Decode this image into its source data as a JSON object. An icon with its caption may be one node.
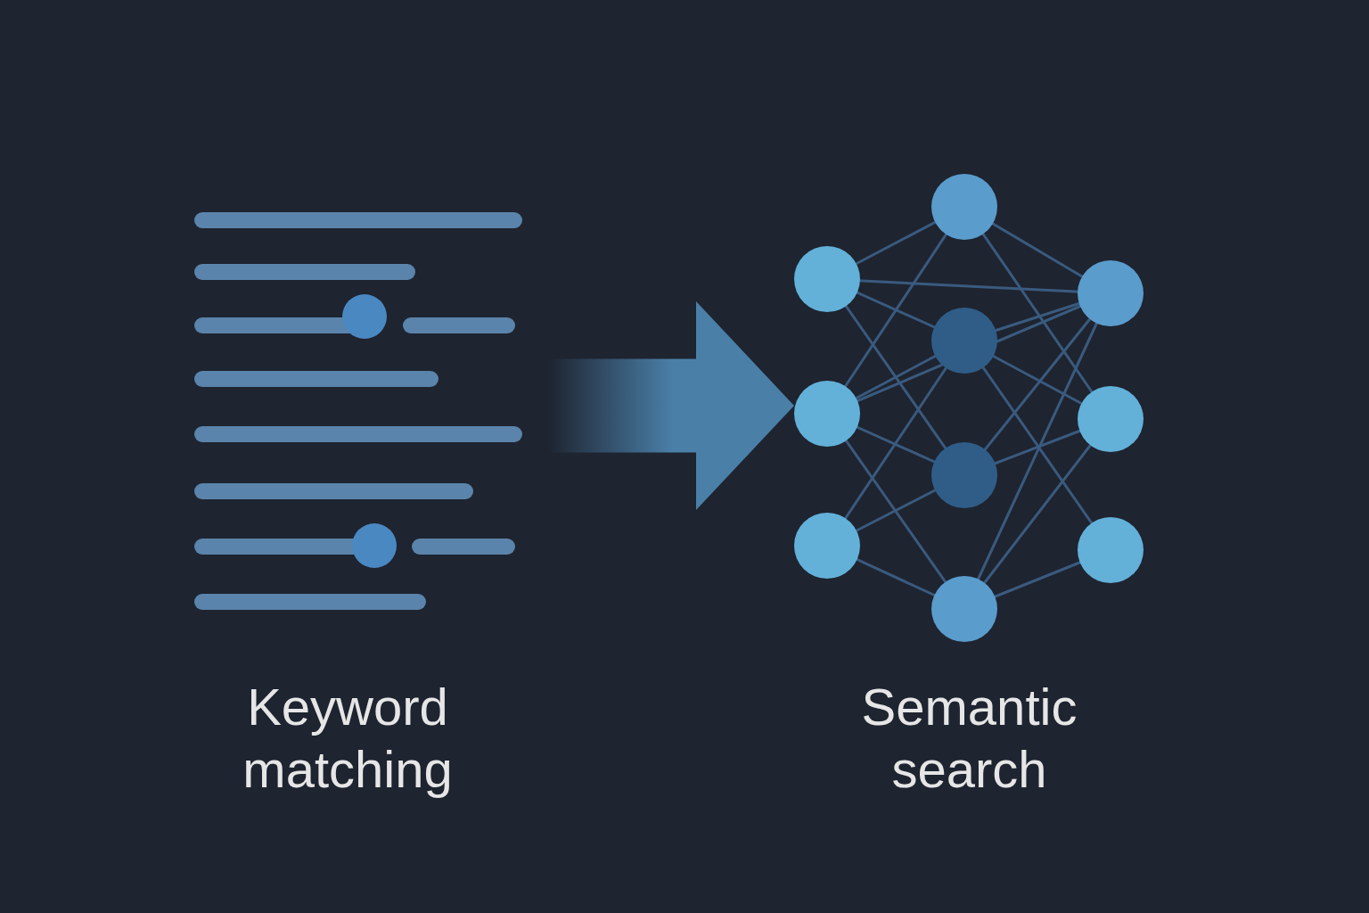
{
  "diagram": {
    "nodes": [
      {
        "text": [],
        "shape": "picture",
        "beside": [
          "Keyword matching"
        ]
      },
      {
        "text": [],
        "shape": "picture",
        "beside": [
          "Semantic search"
        ]
      }
    ],
    "edges": [
      {
        "from": 0,
        "to": 1,
        "arrow": "to",
        "style": "thick"
      }
    ]
  }
}
